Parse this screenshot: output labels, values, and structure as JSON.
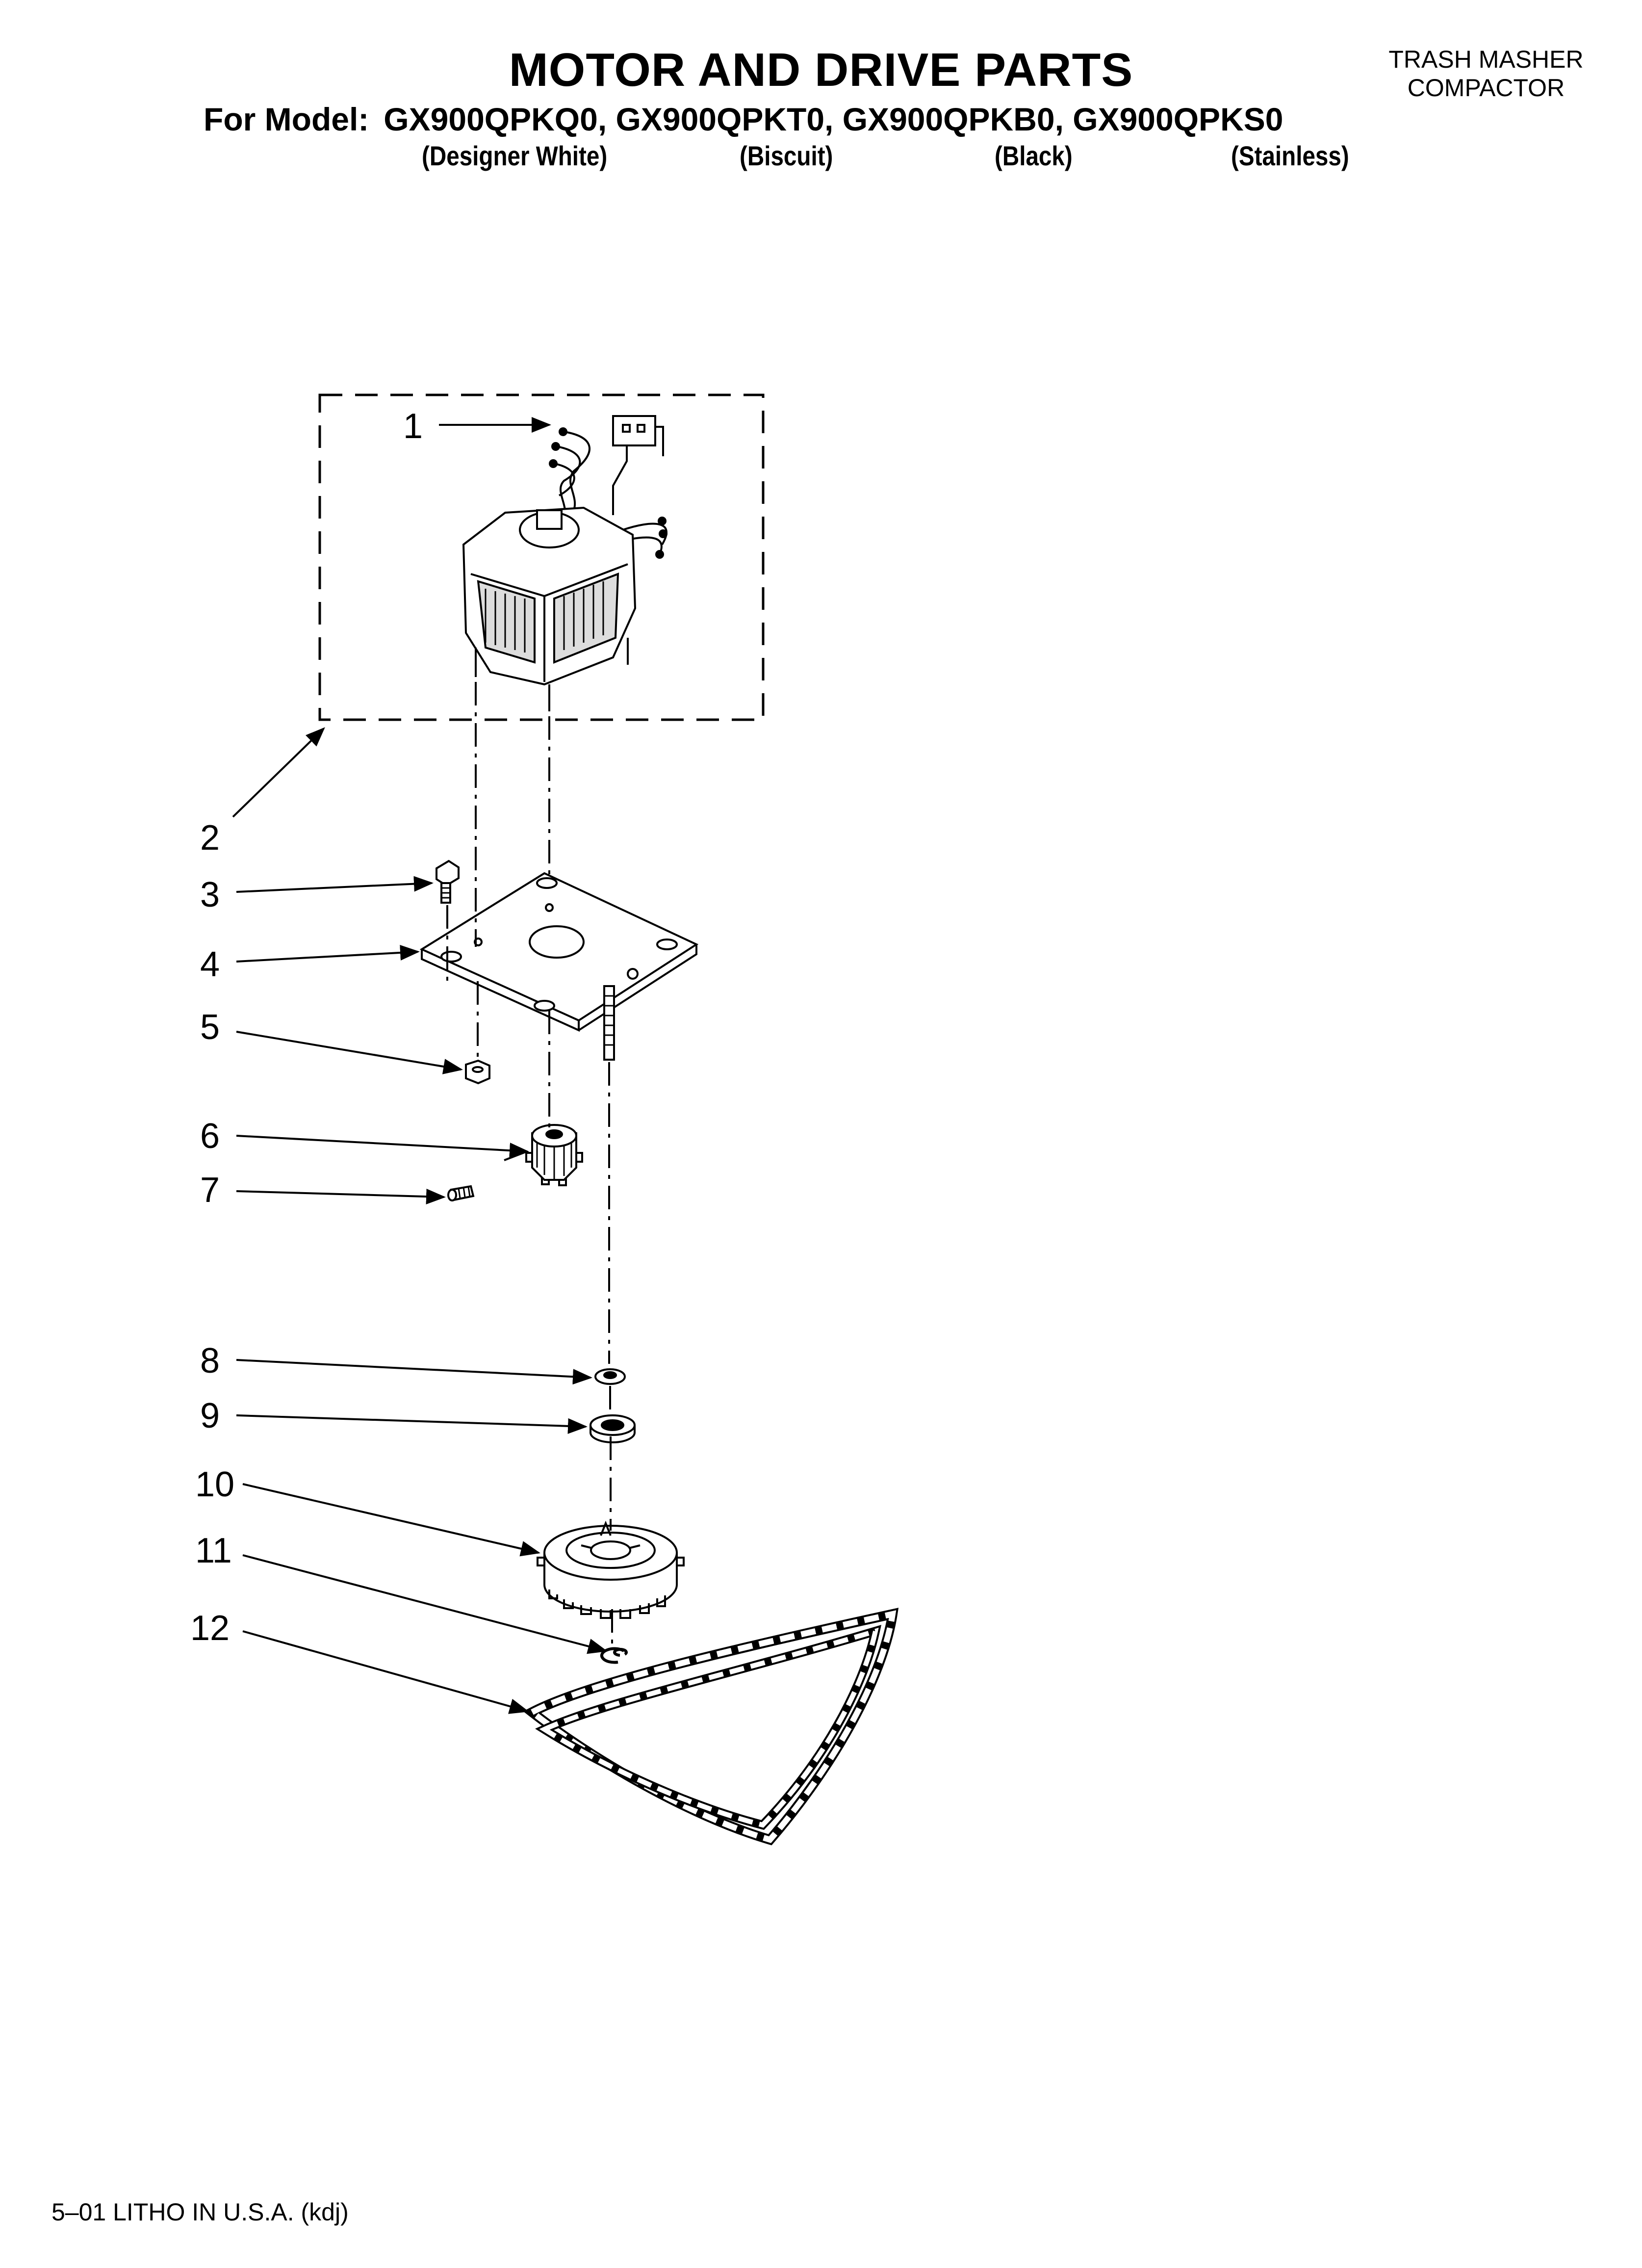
{
  "header": {
    "title": "MOTOR AND DRIVE PARTS",
    "category_line1": "TRASH MASHER",
    "category_line2": "COMPACTOR",
    "model_label": "For Model:",
    "models": "GX900QPKQ0, GX900QPKT0, GX900QPKB0, GX900QPKS0",
    "variants": [
      "(Designer White)",
      "(Biscuit)",
      "(Black)",
      "(Stainless)"
    ]
  },
  "callouts": [
    "1",
    "2",
    "3",
    "4",
    "5",
    "6",
    "7",
    "8",
    "9",
    "10",
    "11",
    "12"
  ],
  "footer": {
    "text": "5–01 LITHO IN U.S.A. (kdj)"
  }
}
